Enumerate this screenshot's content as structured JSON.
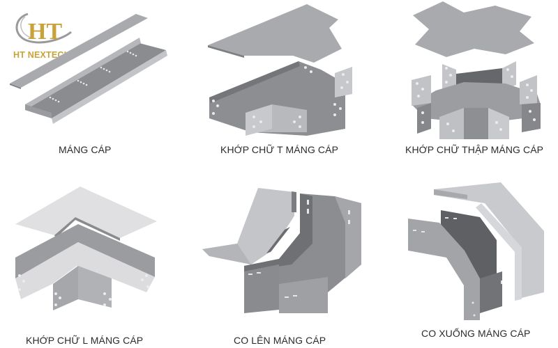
{
  "brand": {
    "logo_monogram": "HT",
    "name": "HT NEXTECH",
    "color": "#c9a23a"
  },
  "products": [
    {
      "id": "mang-cap",
      "caption": "MÁNG CÁP"
    },
    {
      "id": "khop-chu-t",
      "caption": "KHỚP CHỮ T MÁNG CÁP"
    },
    {
      "id": "khop-chu-thap",
      "caption": "KHỚP CHỮ THẬP MÁNG CÁP"
    },
    {
      "id": "khop-chu-l",
      "caption": "KHỚP CHỮ L MÁNG CÁP"
    },
    {
      "id": "co-len",
      "caption": "CO LÊN MÁNG CÁP"
    },
    {
      "id": "co-xuong",
      "caption": "CO XUỐNG MÁNG CÁP"
    }
  ],
  "colors": {
    "metal_light": "#c9cacc",
    "metal_mid": "#a4a5a8",
    "metal_dark": "#7e7f82",
    "metal_shadow": "#5f6063"
  }
}
